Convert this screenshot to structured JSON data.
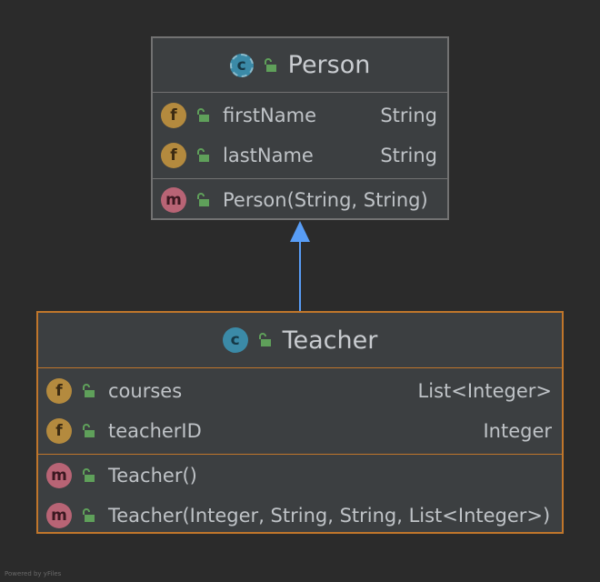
{
  "classes": {
    "person": {
      "name": "Person",
      "kind_badge": "c",
      "fields": [
        {
          "badge": "f",
          "name": "firstName",
          "type": "String"
        },
        {
          "badge": "f",
          "name": "lastName",
          "type": "String"
        }
      ],
      "methods": [
        {
          "badge": "m",
          "name": "Person(String, String)"
        }
      ]
    },
    "teacher": {
      "name": "Teacher",
      "kind_badge": "c",
      "fields": [
        {
          "badge": "f",
          "name": "courses",
          "type": "List<Integer>"
        },
        {
          "badge": "f",
          "name": "teacherID",
          "type": "Integer"
        }
      ],
      "methods": [
        {
          "badge": "m",
          "name": "Teacher()"
        },
        {
          "badge": "m",
          "name": "Teacher(Integer, String, String, List<Integer>)"
        }
      ]
    }
  },
  "relationship": {
    "from": "Teacher",
    "to": "Person",
    "kind": "inheritance"
  },
  "colors": {
    "background": "#2b2b2b",
    "node": "#3c3f41",
    "node_border": "#727272",
    "selected_border": "#c0762b",
    "arrow": "#589df6",
    "field_badge": "#b48a3e",
    "method_badge": "#b86475",
    "class_badge": "#3b8aa7",
    "lock": "#5fa05a"
  },
  "watermark": "Powered by yFiles"
}
